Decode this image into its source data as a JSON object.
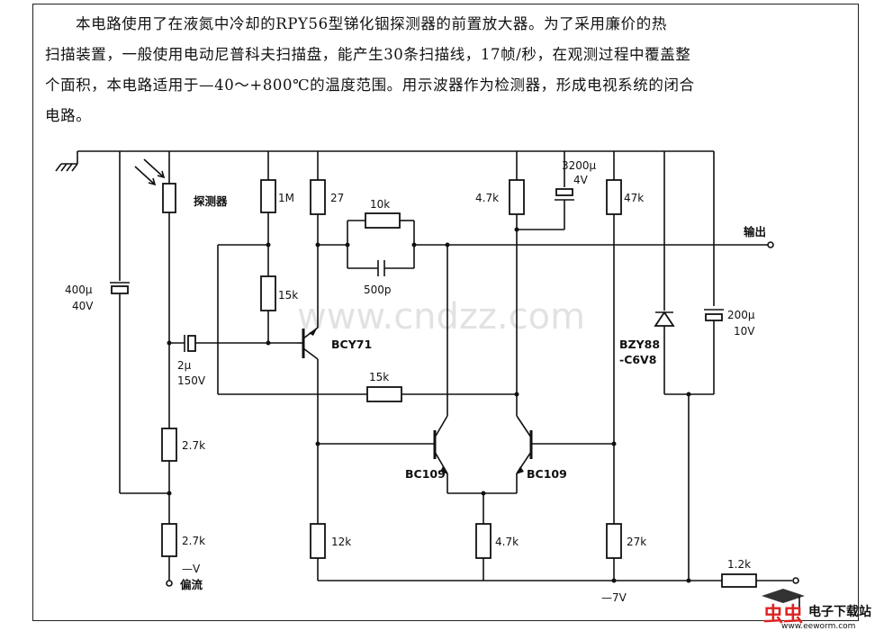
{
  "description": [
    "本电路使用了在液氮中冷却的RPY56型锑化铟探测器的前置放大器。为了采用廉价的热",
    "扫描装置，一般使用电动尼普科夫扫描盘，能产生30条扫描线，17帧/秒，在观测过程中覆盖整",
    "个面积，本电路适用于—40～+800℃的温度范围。用示波器作为检测器，形成电视系统的闭合",
    "电路。"
  ],
  "labels": {
    "detector": "探测器",
    "c_400u": "400μ",
    "c_40v": "40V",
    "c_2u": "2μ",
    "c_150v": "150V",
    "r_2k7_a": "2.7k",
    "r_2k7_b": "2.7k",
    "neg_v": "—V",
    "bias": "偏流",
    "r_1m": "1M",
    "r_15k_a": "15k",
    "r_27": "27",
    "r_10k": "10k",
    "c_500p": "500p",
    "q_bcy71": "BCY71",
    "r_15k_b": "15k",
    "r_4k7_a": "4.7k",
    "c_3200u": "3200μ",
    "c_4v": "4V",
    "r_47k": "47k",
    "q_bc109_l": "BC109",
    "q_bc109_r": "BC109",
    "r_12k": "12k",
    "r_4k7_b": "4.7k",
    "r_27k": "27k",
    "neg_7v": "—7V",
    "output": "输出",
    "zener": "BZY88",
    "zener2": "-C6V8",
    "c_200u": "200μ",
    "c_10v": "10V",
    "r_1k2": "1.2k"
  },
  "watermark": "www.cndzz.com",
  "logo": {
    "brand": "虫虫",
    "site_name": "电子下载站",
    "url": "www.eeworm.com"
  }
}
